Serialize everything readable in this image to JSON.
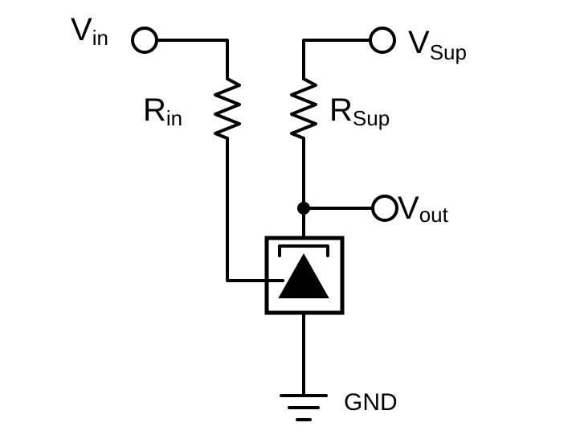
{
  "labels": {
    "vin": {
      "main": "V",
      "sub": "in"
    },
    "vsup": {
      "main": "V",
      "sub": "Sup"
    },
    "rin": {
      "main": "R",
      "sub": "in"
    },
    "rsup": {
      "main": "R",
      "sub": "Sup"
    },
    "vout": {
      "main": "V",
      "sub": "out"
    },
    "gnd": "GND"
  },
  "colors": {
    "stroke": "#000000",
    "background": "#ffffff"
  },
  "icons": [
    "input-terminal-icon",
    "supply-terminal-icon",
    "output-terminal-icon",
    "resistor-icon",
    "shunt-regulator-icon",
    "ground-icon",
    "junction-dot-icon"
  ]
}
